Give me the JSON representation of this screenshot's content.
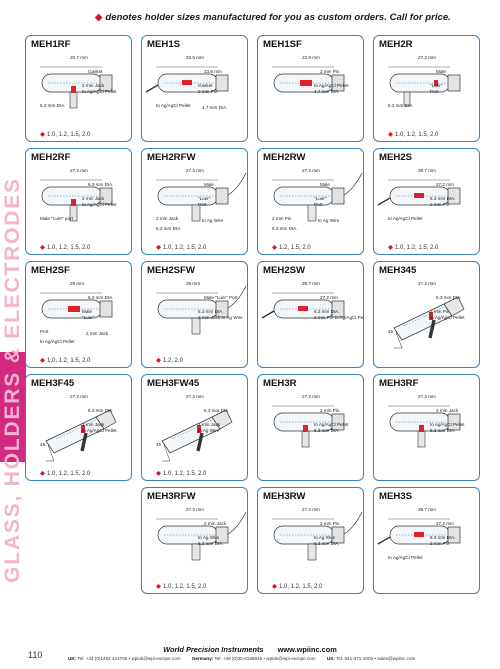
{
  "legend": {
    "marker": "◆",
    "text": "denotes holder sizes manufactured for you as custom orders. Call for price."
  },
  "sidebar": {
    "title": "GLASS, HOLDERS & ELECTRODES"
  },
  "colors": {
    "accent": "#d12a7f",
    "frame": "#3d83b6",
    "diamond": "#d01c24",
    "pellet": "#e0202a"
  },
  "cards": [
    {
      "title": "MEH1RF",
      "kind": "long",
      "labels": [
        "20.7 mm",
        "Gasket",
        "2 mm Jack",
        "to Ag/AgCl Pellet",
        "6.3 mm DIA."
      ],
      "sizes": "1.0, 1.2, 1.5, 2.0"
    },
    {
      "title": "MEH1S",
      "kind": "pin",
      "labels": [
        "33.5 mm",
        "23.9 mm",
        "Gasket",
        "2 mm Pin",
        "to Ag/AgCl Pellet",
        "4.7 mm DIA."
      ],
      "sizes": ""
    },
    {
      "title": "MEH1SF",
      "kind": "short",
      "labels": [
        "23.9 mm",
        "2 mm Pin",
        "to Ag/AgCl Pellet",
        "4.7 mm DIA."
      ],
      "sizes": ""
    },
    {
      "title": "MEH2R",
      "kind": "luer",
      "labels": [
        "27.2 mm",
        "Male",
        "\"Luer\"",
        "Port",
        "6.3 mm DIA."
      ],
      "sizes": "1.0, 1.2, 1.5, 2.0"
    },
    {
      "title": "MEH2RF",
      "kind": "long",
      "labels": [
        "27.2 mm",
        "6.3 mm DIA.",
        "2 mm Jack",
        "to Ag/AgCl Pellet",
        "Male \"Luer\" port"
      ],
      "sizes": "1.0, 1.2, 1.5, 2.0"
    },
    {
      "title": "MEH2RFW",
      "kind": "wire",
      "labels": [
        "27.2 mm",
        "Male",
        "\"Luer\"",
        "Port",
        "2 mm Jack",
        "to Ag Wire",
        "6.3 mm DIA."
      ],
      "sizes": "1.0, 1.2, 1.5, 2.0"
    },
    {
      "title": "MEH2RW",
      "kind": "wire",
      "labels": [
        "27.2 mm",
        "Male",
        "\"Luer\"",
        "Port",
        "2 mm Pin",
        "to Ag Wire",
        "6.3 mm DIA."
      ],
      "sizes": "1.2, 1.5, 2.0"
    },
    {
      "title": "MEH2S",
      "kind": "pin",
      "labels": [
        "39.7 mm",
        "27.2 mm",
        "6.3 mm DIA.",
        "2 mm Pin",
        "to Ag/AgCl Pellet"
      ],
      "sizes": "1.0, 1.2, 1.5, 2.0"
    },
    {
      "title": "MEH2SF",
      "kind": "short",
      "labels": [
        "29 mm",
        "6.3 mm DIA.",
        "Male",
        "\"Luer\"",
        "Port",
        "2 mm Jack",
        "to Ag/AgCl Pellet"
      ],
      "sizes": "1.0, 1.2, 1.5, 2.0"
    },
    {
      "title": "MEH2SFW",
      "kind": "wire",
      "labels": [
        "29 mm",
        "Male \"Luer\" Port",
        "6.3 mm DIA.",
        "2 mm Jack to Ag Wire"
      ],
      "sizes": "1.2, 2.0"
    },
    {
      "title": "MEH2SW",
      "kind": "pin",
      "labels": [
        "39.7 mm",
        "27.2 mm",
        "6.3 mm DIA.",
        "2 mm Pin to Ag/AgCl Pellet"
      ],
      "sizes": ""
    },
    {
      "title": "MEH345",
      "kind": "angle",
      "labels": [
        "27.2 mm",
        "6.3 mm DIA.",
        "2 mm Pin",
        "to Ag/AgCl Pellet",
        "45"
      ],
      "sizes": ""
    },
    {
      "title": "MEH3F45",
      "kind": "angle",
      "labels": [
        "27.2 mm",
        "6.3 mm DIA.",
        "2 mm Jack",
        "to Ag/AgCl Pellet",
        "45"
      ],
      "sizes": "1.0, 1.2, 1.5, 2.0"
    },
    {
      "title": "MEH3FW45",
      "kind": "angle",
      "labels": [
        "27.2 mm",
        "6.3 mm DIA.",
        "2 mm Jack",
        "to Ag Wire",
        "45"
      ],
      "sizes": "1.0, 1.2, 1.5, 2.0"
    },
    {
      "title": "MEH3R",
      "kind": "long",
      "labels": [
        "27.2 mm",
        "2 mm Pin",
        "to Ag/AgCl Pellet",
        "6.3 mm DIA."
      ],
      "sizes": ""
    },
    {
      "title": "MEH3RF",
      "kind": "long",
      "labels": [
        "27.2 mm",
        "2 mm Jack",
        "to Ag/AgCl Pellet",
        "6.3 mm DIA."
      ],
      "sizes": ""
    },
    {
      "title": "MEH3RFW",
      "kind": "wire",
      "labels": [
        "27.2 mm",
        "2 mm Jack",
        "to Ag Wire",
        "6.3 mm DIA."
      ],
      "sizes": "1.0, 1.2, 1.5, 2.0"
    },
    {
      "title": "MEH3RW",
      "kind": "wire",
      "labels": [
        "27.2 mm",
        "2 mm Pin",
        "to Ag Wire",
        "6.3 mm DIA."
      ],
      "sizes": "1.0, 1.2, 1.5, 2.0"
    },
    {
      "title": "MEH3S",
      "kind": "pin",
      "labels": [
        "39.7 mm",
        "27.2 mm",
        "6.3 mm DIA.",
        "2 mm Pin",
        "to Ag/AgCl Pellet"
      ],
      "sizes": ""
    }
  ],
  "footer": {
    "page_number": "110",
    "brand": "World Precision Instruments",
    "url": "www.wpiinc.com",
    "contacts": [
      {
        "label": "UK:",
        "text": "Tel: +44 (0)1462 424700 • wpiuk@wpi-europe.com"
      },
      {
        "label": "Germany:",
        "text": "Tel: +49 (0)30-6188845 • wpide@wpi-europe.com"
      },
      {
        "label": "US:",
        "text": "Tel: 941-371-1003 • sales@wpiinc.com"
      }
    ]
  }
}
